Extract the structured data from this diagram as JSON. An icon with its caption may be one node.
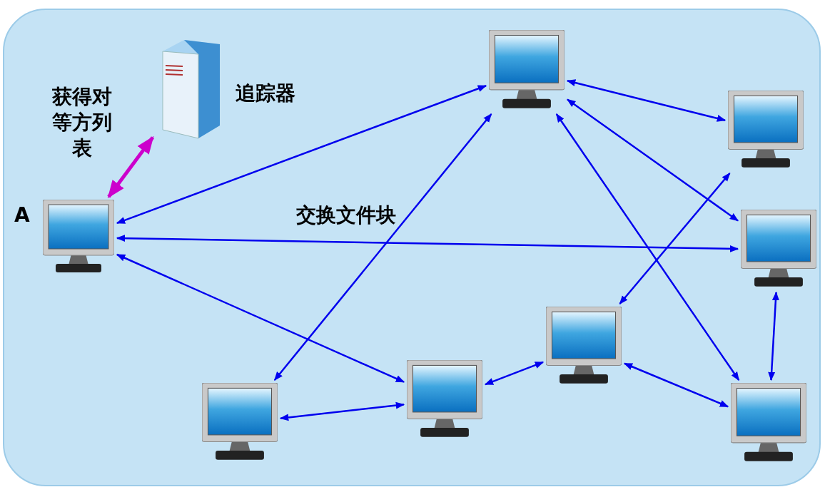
{
  "diagram": {
    "nodes": [
      {
        "text": [],
        "shape": "picture",
        "beside": [
          "A"
        ]
      },
      {
        "text": [],
        "shape": "picture",
        "beside": [
          "追踪器"
        ]
      },
      {
        "text": [],
        "shape": "picture"
      },
      {
        "text": [],
        "shape": "picture"
      },
      {
        "text": [],
        "shape": "picture"
      },
      {
        "text": [],
        "shape": "picture"
      },
      {
        "text": [],
        "shape": "picture"
      },
      {
        "text": [],
        "shape": "picture"
      },
      {
        "text": [],
        "shape": "picture"
      }
    ],
    "edges": [
      {
        "from": 0,
        "to": 1,
        "arrow": "both",
        "label": "获得对等方列表",
        "style": "thick",
        "color": "#cc00cc"
      },
      {
        "from": 0,
        "to": 2,
        "arrow": "both"
      },
      {
        "from": 0,
        "to": 4,
        "arrow": "both",
        "label": "交换文件块"
      },
      {
        "from": 0,
        "to": 6,
        "arrow": "both"
      },
      {
        "from": 2,
        "to": 3,
        "arrow": "both"
      },
      {
        "from": 2,
        "to": 4,
        "arrow": "both"
      },
      {
        "from": 2,
        "to": 7,
        "arrow": "both"
      },
      {
        "from": 2,
        "to": 8,
        "arrow": "both"
      },
      {
        "from": 3,
        "to": 5,
        "arrow": "both"
      },
      {
        "from": 4,
        "to": 8,
        "arrow": "both"
      },
      {
        "from": 5,
        "to": 6,
        "arrow": "both"
      },
      {
        "from": 5,
        "to": 8,
        "arrow": "both"
      },
      {
        "from": 6,
        "to": 7,
        "arrow": "both"
      }
    ]
  }
}
